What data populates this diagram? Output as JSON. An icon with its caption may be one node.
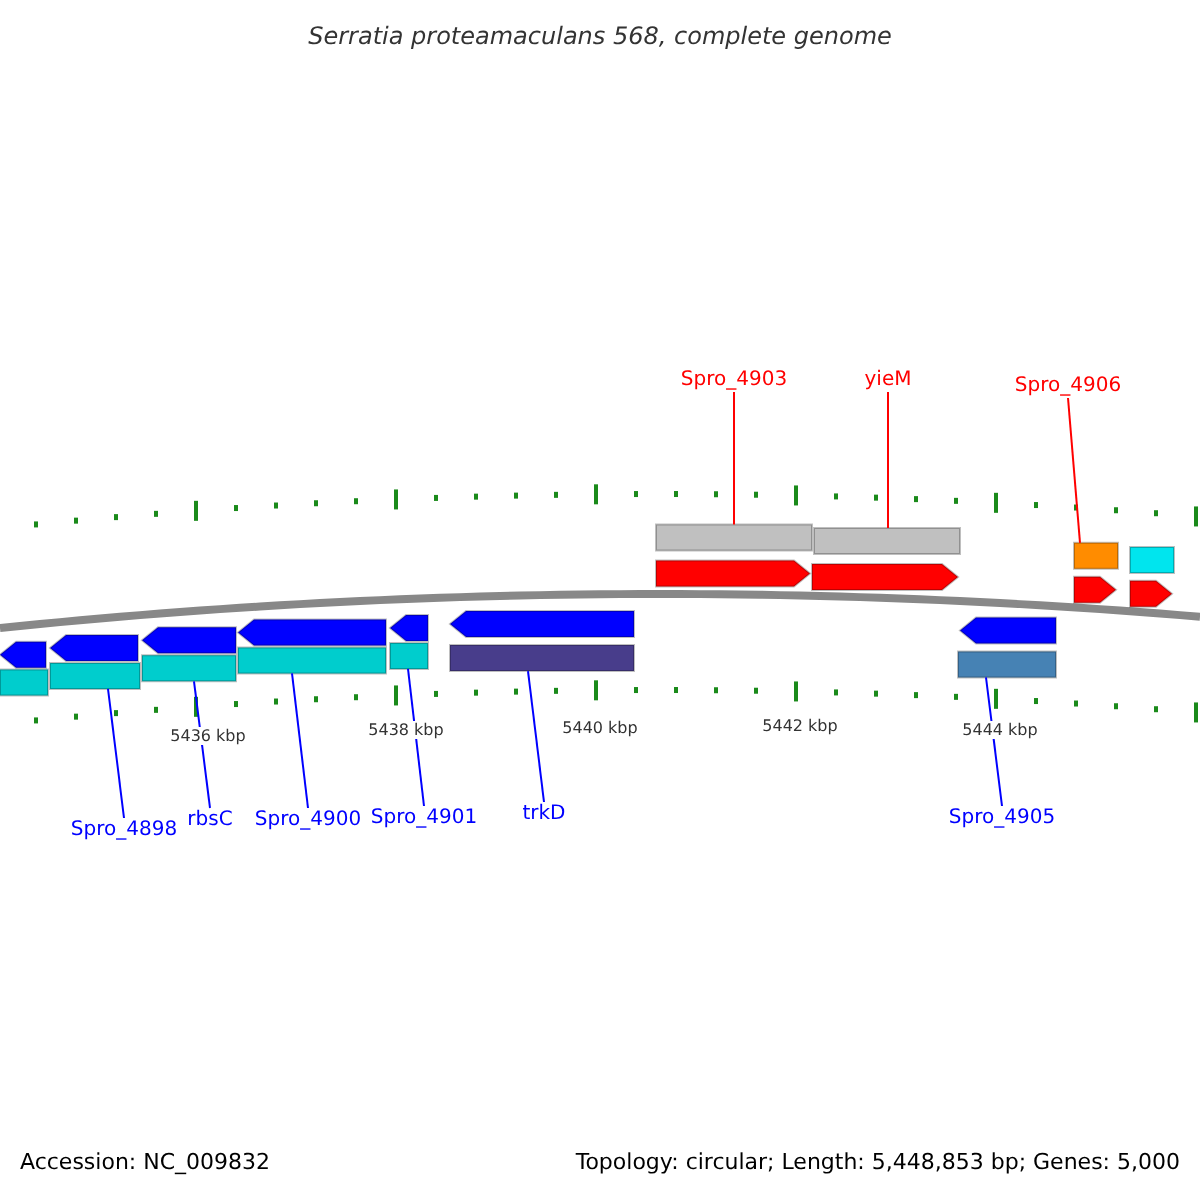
{
  "diagram": {
    "title": "Serratia proteamaculans 568, complete genome",
    "nodes": [
      {
        "text": [
          "Spro_4903"
        ]
      },
      {
        "text": [
          "yieM"
        ]
      },
      {
        "text": [
          "Spro_4906"
        ]
      },
      {
        "text": [],
        "shape": "bar"
      },
      {
        "text": [],
        "shape": "bar"
      },
      {
        "text": [],
        "shape": "bar"
      },
      {
        "text": [],
        "shape": "bar"
      },
      {
        "text": [],
        "shape": "pentagon"
      },
      {
        "text": [],
        "shape": "pentagon"
      },
      {
        "text": [],
        "shape": "pentagon"
      },
      {
        "text": [],
        "shape": "pentagon"
      },
      {
        "text": [],
        "shape": "pentagon"
      },
      {
        "text": [],
        "shape": "pentagon"
      },
      {
        "text": [],
        "shape": "pentagon"
      },
      {
        "text": [],
        "shape": "pentagon"
      },
      {
        "text": [],
        "shape": "pentagon"
      },
      {
        "text": [],
        "shape": "pentagon"
      },
      {
        "text": [],
        "shape": "pentagon"
      },
      {
        "text": [],
        "shape": "bar"
      },
      {
        "text": [],
        "shape": "bar"
      },
      {
        "text": [],
        "shape": "bar"
      },
      {
        "text": [],
        "shape": "bar"
      },
      {
        "text": [],
        "shape": "bar"
      },
      {
        "text": [],
        "shape": "bar"
      },
      {
        "text": [],
        "shape": "bar"
      },
      {
        "text": [
          "Spro_4898"
        ]
      },
      {
        "text": [
          "rbsC"
        ]
      },
      {
        "text": [
          "Spro_4900"
        ]
      },
      {
        "text": [
          "Spro_4901"
        ]
      },
      {
        "text": [
          "trkD"
        ]
      },
      {
        "text": [
          "Spro_4905"
        ]
      }
    ],
    "edges": [
      {
        "from": 0,
        "to": 3,
        "arrow": "none",
        "color": "#ff0000"
      },
      {
        "from": 1,
        "to": 4,
        "arrow": "none",
        "color": "#ff0000"
      },
      {
        "from": 2,
        "to": 5,
        "arrow": "none",
        "color": "#ff0000"
      },
      {
        "from": 25,
        "to": 19,
        "arrow": "none"
      },
      {
        "from": 26,
        "to": 20,
        "arrow": "none"
      },
      {
        "from": 27,
        "to": 21,
        "arrow": "none"
      },
      {
        "from": 28,
        "to": 22,
        "arrow": "none"
      },
      {
        "from": 29,
        "to": 23,
        "arrow": "none"
      },
      {
        "from": 30,
        "to": 24,
        "arrow": "none"
      }
    ],
    "labels": [
      "5436 kbp",
      "5438 kbp",
      "5440 kbp",
      "5442 kbp",
      "5444 kbp",
      "Accession: NC_009832",
      "Topology: circular; Length: 5,448,853 bp; Genes: 5,000"
    ]
  }
}
